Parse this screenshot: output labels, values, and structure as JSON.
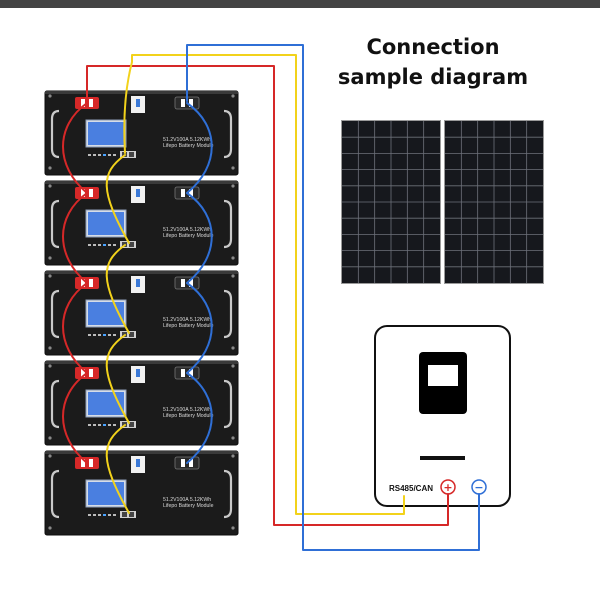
{
  "title": {
    "line1": "Connection",
    "line2": "sample diagram"
  },
  "battery_module": {
    "label_line1": "51.2V100A  5.12KWh",
    "label_line2": "Lifepo    Battery Module",
    "count": 5
  },
  "inverter": {
    "port_label": "RS485/CAN",
    "positive_symbol": "+",
    "negative_symbol": "−"
  },
  "solar_panels": {
    "count": 2
  },
  "colors": {
    "positive_wire": "#d62828",
    "negative_wire": "#2f6fd6",
    "communication_wire": "#f2d21b",
    "battery_body": "#1b1b1b",
    "lcd_screen": "#4a7fe0"
  }
}
